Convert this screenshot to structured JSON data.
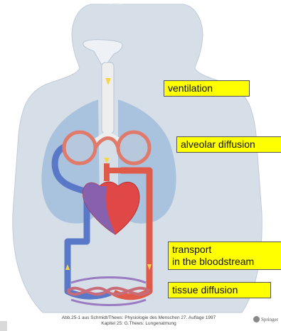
{
  "labels": {
    "ventilation": "ventilation",
    "alveolar_diffusion": "alveolar diffusion",
    "transport_line1": "transport",
    "transport_line2": "in the bloodstream",
    "tissue_diffusion": "tissue diffusion"
  },
  "caption": {
    "line1": "Abb.25-1 aus Schmidt/Thews: Physiologie des Menschen 27. Auflage 1997",
    "line2": "Kapitel 25: G.Thews: Lungenatmung"
  },
  "publisher": "Springer",
  "colors": {
    "label_bg": "#ffff00",
    "body": "#c8d4e0",
    "lung": "#a9c2dd",
    "venous": "#5a78c8",
    "arterial": "#e05a4a",
    "airway": "#eeeeee",
    "flow_arrow": "#f5d64a"
  }
}
